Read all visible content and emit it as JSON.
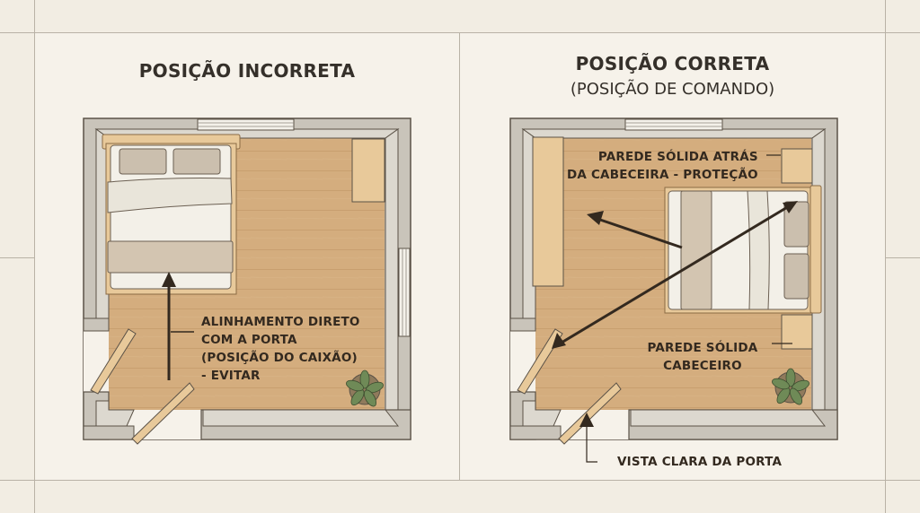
{
  "left_panel": {
    "title": "POSIÇÃO INCORRETA",
    "annotation": {
      "line1": "ALINHAMENTO DIRETO",
      "line2": "COM A PORTA",
      "line3": "(POSIÇÃO DO CAIXÃO)",
      "line4": "- EVITAR"
    }
  },
  "right_panel": {
    "title": "POSIÇÃO CORRETA",
    "subtitle": "(POSIÇÃO DE COMANDO)",
    "annotation_top": {
      "line1": "PAREDE SÓLIDA ATRÁS",
      "line2": "DA CABECEIRA - PROTEÇÃO"
    },
    "annotation_mid": {
      "line1": "PAREDE SÓLIDA",
      "line2": "CABECEIRO"
    },
    "annotation_bottom": "VISTA CLARA DA PORTA"
  },
  "colors": {
    "background": "#f2ede3",
    "panel": "#f6f2ea",
    "wall": "#c9c4ba",
    "wall_inner": "#dcd8cf",
    "floor": "#d4ad7e",
    "furniture_wood": "#e8c99a",
    "bed_sheet": "#f3f0e8",
    "pillow": "#cbbfae",
    "arrow": "#33291f",
    "plant": "#6f8a57"
  }
}
